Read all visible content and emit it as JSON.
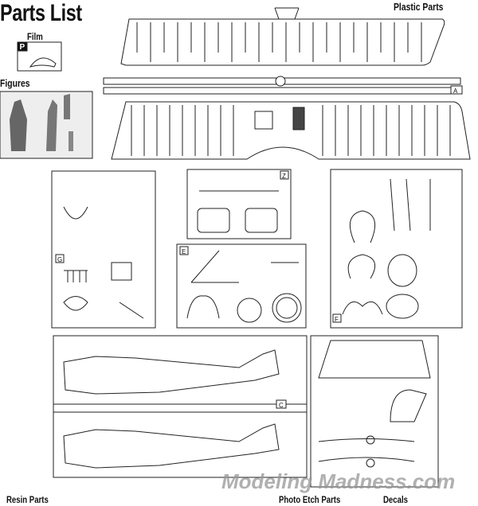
{
  "title": "Parts List",
  "sections": {
    "plastic": "Plastic Parts",
    "film": "Film",
    "figures": "Figures",
    "resin": "Resin Parts",
    "photo_etch": "Photo Etch Parts",
    "decals": "Decals"
  },
  "film_badge": "P",
  "sprue_letters": {
    "a": "A",
    "z": "Z",
    "e": "E",
    "g": "G",
    "f": "F",
    "c": "C"
  },
  "watermark": "Modeling Madness.com"
}
